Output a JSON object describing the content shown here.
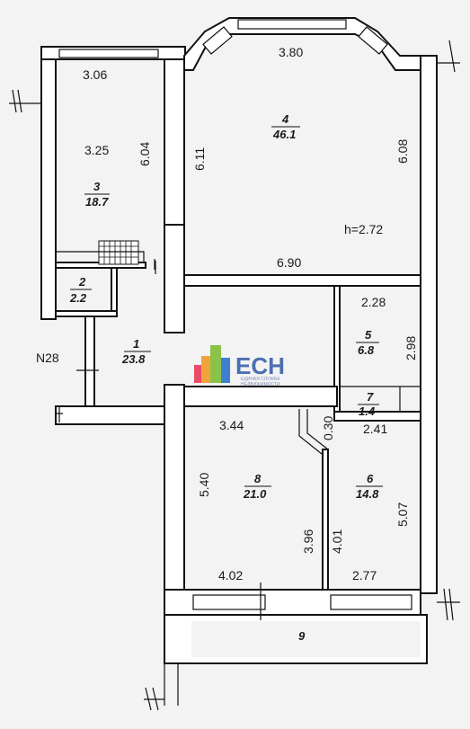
{
  "plan": {
    "unit_label": "N28",
    "ceiling_height": "h=2.72",
    "rooms": [
      {
        "id": "1",
        "number": "1",
        "area": "23.8"
      },
      {
        "id": "2",
        "number": "2",
        "area": "2.2"
      },
      {
        "id": "3",
        "number": "3",
        "area": "18.7"
      },
      {
        "id": "4",
        "number": "4",
        "area": "46.1"
      },
      {
        "id": "5",
        "number": "5",
        "area": "6.8"
      },
      {
        "id": "6",
        "number": "6",
        "area": "14.8"
      },
      {
        "id": "7",
        "number": "7",
        "area": "1.4"
      },
      {
        "id": "8",
        "number": "8",
        "area": "21.0"
      },
      {
        "id": "9",
        "number": "9",
        "area": ""
      }
    ],
    "dimensions": {
      "room3_top": "3.06",
      "room3_left": "3.25",
      "room3_right": "6.04",
      "room4_top": "3.80",
      "room4_left": "6.11",
      "room4_right": "6.08",
      "room4_bottom": "6.90",
      "room5_top": "2.28",
      "room5_right": "2.98",
      "corridor_gap": "0.30",
      "room7_bottom": "2.41",
      "room8_top": "3.44",
      "room8_left": "5.40",
      "room8_right": "3.96",
      "room8_bottom": "4.02",
      "room6_left": "4.01",
      "room6_right": "5.07",
      "room6_bottom": "2.77"
    }
  },
  "logo": {
    "text": "ECH",
    "subtitle_line1": "ЕДИНАЯ СЛУЖБА",
    "subtitle_line2": "НЕДВИЖИМОСТИ"
  }
}
